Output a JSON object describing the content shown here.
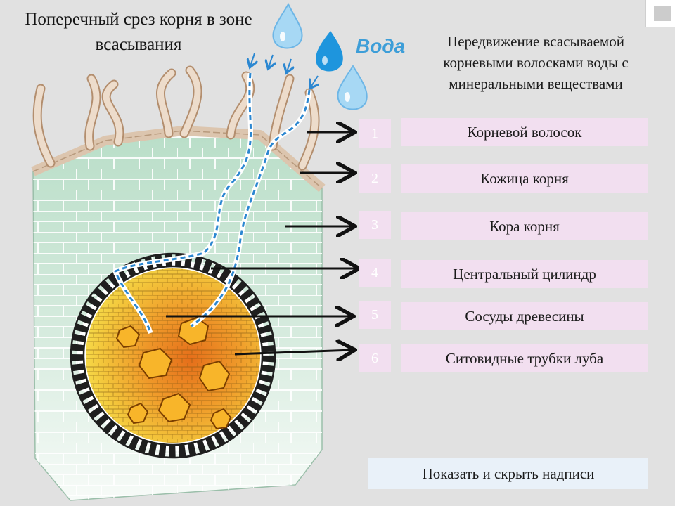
{
  "title": "Поперечный срез корня в зоне  всасывания",
  "water_label": "Вода",
  "description": "Передвижение всасываемой корневыми волосками воды с минеральными веществами",
  "labels": [
    {
      "num": "1",
      "text": "Корневой волосок"
    },
    {
      "num": "2",
      "text": "Кожица корня"
    },
    {
      "num": "3",
      "text": "Кора корня"
    },
    {
      "num": "4",
      "text": "Центральный цилиндр"
    },
    {
      "num": "5",
      "text": "Сосуды древесины"
    },
    {
      "num": "6",
      "text": "Ситовидные трубки луба"
    }
  ],
  "toggle_button": "Показать и скрыть надписи",
  "colors": {
    "background": "#e1e1e1",
    "label_box": "#f2dff0",
    "toggle_box": "#e9f1f9",
    "water": "#3d9ed8",
    "cortex": "#c6e4d3",
    "root_hair": "#dfc8b4",
    "stele_outer": "#f2d33c",
    "stele_inner": "#e97e1e"
  },
  "icons": [
    "water-drop-icon",
    "arrow-right-icon",
    "corner-square-icon"
  ]
}
